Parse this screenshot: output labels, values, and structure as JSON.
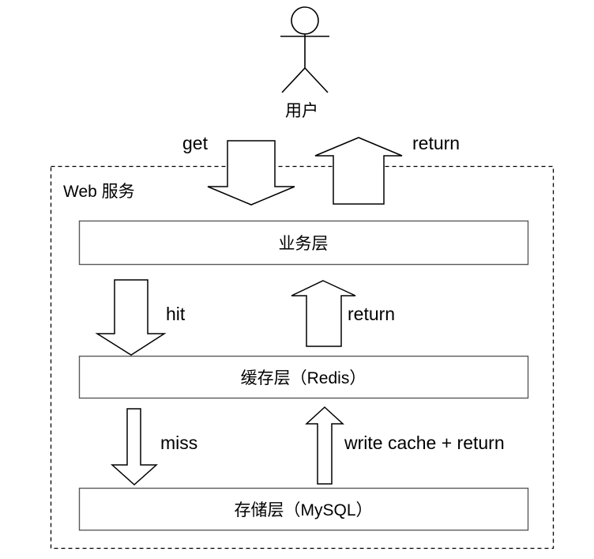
{
  "diagram": {
    "title_actor": "用户",
    "container": {
      "label": "Web 服务",
      "style": "dashed-rectangle"
    },
    "actor": {
      "name": "用户",
      "icon": "stick-figure-icon"
    },
    "layers": [
      {
        "id": "business",
        "label": "业务层"
      },
      {
        "id": "cache",
        "label": "缓存层（Redis）"
      },
      {
        "id": "storage",
        "label": "存储层（MySQL）"
      }
    ],
    "flows": [
      {
        "id": "get",
        "label": "get",
        "direction": "down",
        "from": "用户",
        "to": "业务层"
      },
      {
        "id": "return-top",
        "label": "return",
        "direction": "up",
        "from": "业务层",
        "to": "用户"
      },
      {
        "id": "hit",
        "label": "hit",
        "direction": "down",
        "from": "业务层",
        "to": "缓存层（Redis）"
      },
      {
        "id": "return-cache",
        "label": "return",
        "direction": "up",
        "from": "缓存层（Redis）",
        "to": "业务层"
      },
      {
        "id": "miss",
        "label": "miss",
        "direction": "down",
        "from": "缓存层（Redis）",
        "to": "存储层（MySQL）"
      },
      {
        "id": "write-cache",
        "label": "write cache + return",
        "direction": "up",
        "from": "存储层（MySQL）",
        "to": "缓存层（Redis）"
      }
    ],
    "colors": {
      "stroke": "#000000",
      "box_border": "#595959",
      "background": "#ffffff",
      "text": "#000000"
    }
  }
}
